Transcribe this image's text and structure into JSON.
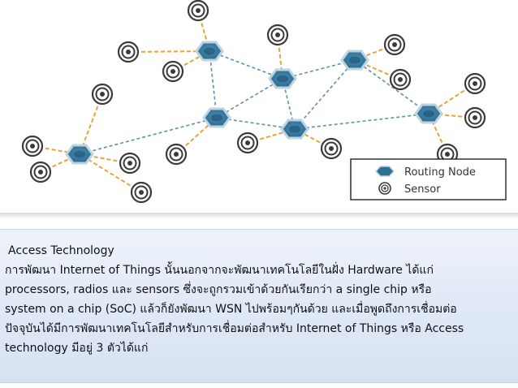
{
  "legend": {
    "routing_node": "Routing Node",
    "sensor": "Sensor"
  },
  "colors": {
    "routing_fill": "#2e6f93",
    "routing_border": "#bcd3e0",
    "routing_center": "#1c4d6b",
    "dashed_link": "#5f8fae",
    "sensor_link": "#e8a23a",
    "sensor_stroke": "#3a3a3a"
  },
  "icons": {
    "routing_node": "hexagon-icon",
    "sensor": "concentric-circle-icon"
  },
  "text": {
    "title": "Access Technology",
    "body": "การพัฒนา Internet of Things นั้นนอกจากจะพัฒนาเทคโนโลยีในฝั่ง Hardware ได้แก่\nprocessors, radios และ sensors ซึ่งจะถูกรวมเข้าด้วยกันเรียกว่า a single chip หรือ\nsystem on a chip (SoC) แล้วก็ยังพัฒนา WSN ไปพร้อมๆกันด้วย และเมื่อพูดถึงการเชื่อมต่อ\nปัจจุบันได้มีการพัฒนาเทคโนโลยีสำหรับการเชื่อมต่อสำหรับ Internet of Things หรือ Access\ntechnology มีอยู่ 3 ตัวได้แก่"
  }
}
